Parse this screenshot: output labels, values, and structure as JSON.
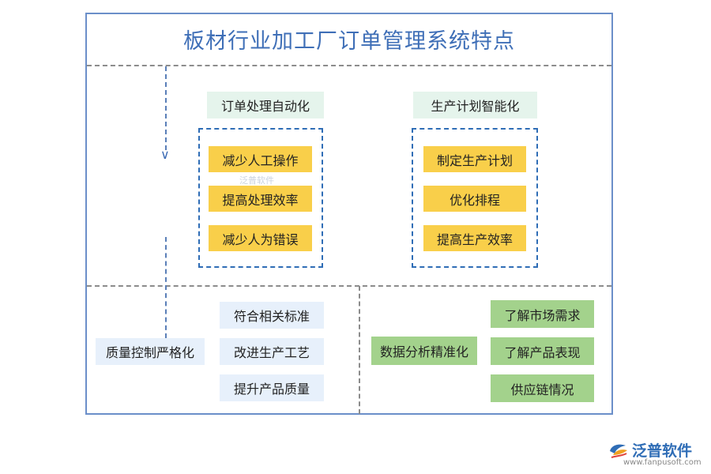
{
  "title": "板材行业加工厂订单管理系统特点",
  "order_section": {
    "header": "订单处理自动化",
    "items": [
      "减少人工操作",
      "提高处理效率",
      "减少人为错误"
    ]
  },
  "production_section": {
    "header": "生产计划智能化",
    "items": [
      "制定生产计划",
      "优化排程",
      "提高生产效率"
    ]
  },
  "quality_section": {
    "header": "质量控制严格化",
    "items": [
      "符合相关标准",
      "改进生产工艺",
      "提升产品质量"
    ]
  },
  "data_section": {
    "header": "数据分析精准化",
    "items": [
      "了解市场需求",
      "了解产品表现",
      "供应链情况"
    ]
  },
  "watermark": "泛普软件",
  "logo": {
    "name": "泛普软件",
    "url": "www.fanpusoft.com",
    "icon": "fanpu-logo-icon"
  },
  "colors": {
    "title": "#3f6fb7",
    "border": "#6b8fc9",
    "yellow": "#f9cf4a",
    "green": "#a3d28c",
    "mint": "#e5f4ec",
    "pale_blue": "#e7f0fb"
  }
}
